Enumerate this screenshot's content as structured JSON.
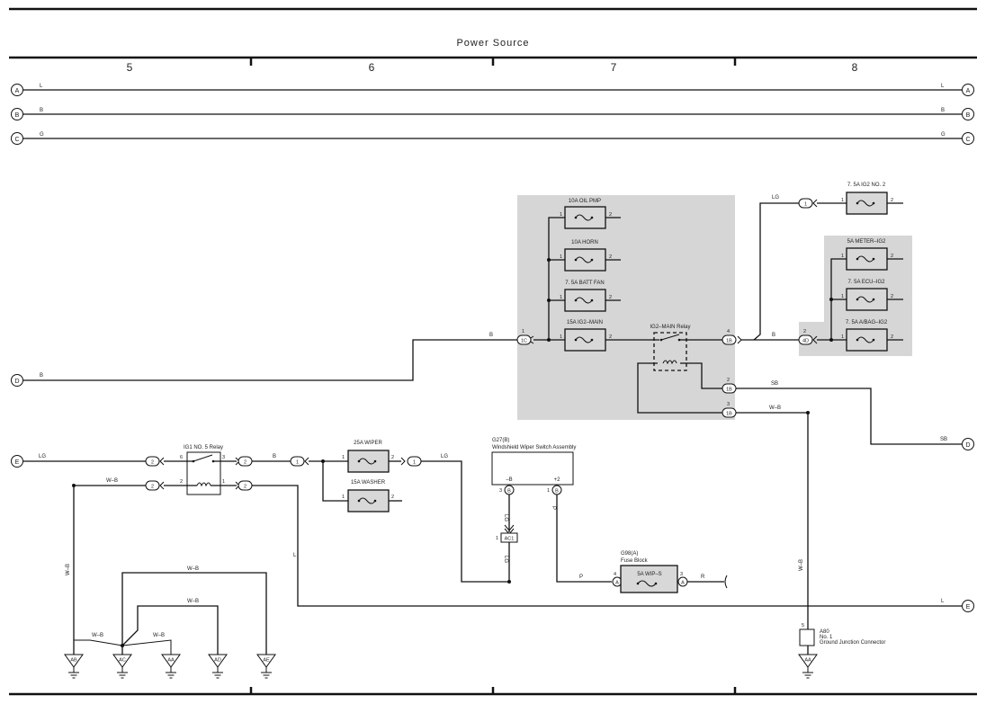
{
  "header": {
    "title": "Power Source",
    "columns": [
      "5",
      "6",
      "7",
      "8"
    ]
  },
  "rails": [
    {
      "id": "A",
      "wire": "L"
    },
    {
      "id": "B",
      "wire": "B"
    },
    {
      "id": "C",
      "wire": "G"
    }
  ],
  "terminals": {
    "d_left": "D",
    "d_wire": "B",
    "e_left": "E",
    "e_wire": "LG",
    "d_right": "D",
    "d_right_wire": "SB",
    "e_right": "E",
    "e_right_wire": "L"
  },
  "fuses": {
    "oil": "10A OIL PMP",
    "horn": "10A HORN",
    "batt": "7. 5A BATT FAN",
    "ig2main": "15A IG2–MAIN",
    "ig2no2": "7. 5A IG2 NO. 2",
    "meter": "5A METER–IG2",
    "ecu": "7. 5A ECU–IG2",
    "abag": "7. 5A A/BAG–IG2",
    "wiper": "25A WIPER",
    "washer": "15A WASHER",
    "wips": "5A WIP–S"
  },
  "relays": {
    "ig2main": "IG2–MAIN Relay",
    "ig1no5": "IG1 NO. 5 Relay"
  },
  "wires": {
    "b": "B",
    "lg": "LG",
    "sb": "SB",
    "wb": "W–B",
    "l": "L",
    "p": "P",
    "r": "R"
  },
  "connectors": {
    "c1c": "1C",
    "c1b": "1B",
    "c4d": "4D",
    "c1": "1",
    "c2": "2",
    "ac1": "AC1",
    "b_pin": "B",
    "a_pin": "A"
  },
  "components": {
    "g27_code": "G27(B)",
    "g27_name": "Windshield Wiper Switch Assembly",
    "g27_neg": "–B",
    "g27_pos": "+2",
    "g98_code": "G98(A)",
    "g98_name": "Fuse Block",
    "a80_code": "A80",
    "a80_no": "No.  1",
    "a80_name": "Ground Junction Connector"
  },
  "grounds": [
    "AB",
    "AC",
    "AA",
    "AD",
    "AE",
    "AA"
  ],
  "pins": {
    "p1": "1",
    "p2": "2",
    "p3": "3",
    "p4": "4",
    "p5": "5",
    "p6": "6"
  }
}
